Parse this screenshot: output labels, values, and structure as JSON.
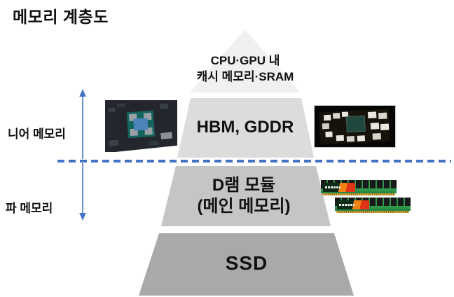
{
  "title": "메모리 계층도",
  "colors": {
    "accent_blue": "#4472c4",
    "level_cache": "#f1f0ef",
    "level_hbm": "#dcdcdc",
    "level_dram": "#c5c5c5",
    "level_ssd": "#a9a9a9",
    "text": "#111111"
  },
  "pyramid": {
    "levels": [
      {
        "name": "cache",
        "lines": [
          "CPU·GPU 내",
          "캐시 메모리·SRAM"
        ]
      },
      {
        "name": "hbm",
        "lines": [
          "HBM, GDDR"
        ]
      },
      {
        "name": "dram",
        "lines": [
          "D램 모듈",
          "(메인 메모리)"
        ]
      },
      {
        "name": "ssd",
        "lines": [
          "SSD"
        ]
      }
    ]
  },
  "side": {
    "near_label": "니어 메모리",
    "far_label": "파 메모리"
  },
  "images": {
    "gpu_chip": "gpu-chip-board-photo",
    "gpu_card": "gpu-card-photo",
    "dram_modules": "dram-module-photo"
  }
}
